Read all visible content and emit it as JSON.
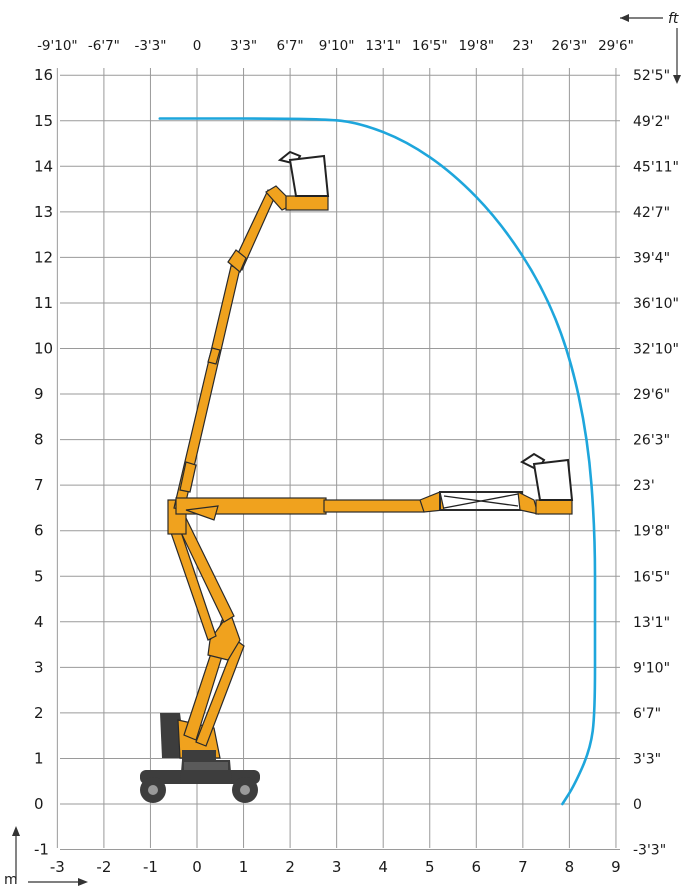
{
  "units": {
    "metric": "m",
    "imperial": "ft"
  },
  "axes": {
    "x_m": [
      "-3",
      "-2",
      "-1",
      "0",
      "1",
      "2",
      "3",
      "4",
      "5",
      "6",
      "7",
      "8",
      "9"
    ],
    "x_ft": [
      "-9'10\"",
      "-6'7\"",
      "-3'3\"",
      "0",
      "3'3\"",
      "6'7\"",
      "9'10\"",
      "13'1\"",
      "16'5\"",
      "19'8\"",
      "23'",
      "26'3\"",
      "29'6\""
    ],
    "y_m": [
      "-1",
      "0",
      "1",
      "2",
      "3",
      "4",
      "5",
      "6",
      "7",
      "8",
      "9",
      "10",
      "11",
      "12",
      "13",
      "14",
      "15",
      "16"
    ],
    "y_ft": [
      "-3'3\"",
      "0",
      "3'3\"",
      "6'7\"",
      "9'10\"",
      "13'1\"",
      "16'5\"",
      "19'8\"",
      "23'",
      "26'3\"",
      "29'6\"",
      "32'10\"",
      "36'10\"",
      "39'4\"",
      "42'7\"",
      "45'11\"",
      "49'2\"",
      "52'5\""
    ]
  },
  "colors": {
    "envelope": "#1ea6dc",
    "boom": "#f0a21e",
    "boom_dark": "#c07810",
    "chassis": "#3d3d3d",
    "grid": "#9a9a9a",
    "text": "#1a1a1a"
  },
  "envelope_m": [
    [
      -0.8,
      15.05
    ],
    [
      2.7,
      15.05
    ],
    [
      3.5,
      14.95
    ],
    [
      4.5,
      14.55
    ],
    [
      5.5,
      13.85
    ],
    [
      6.5,
      12.8
    ],
    [
      7.4,
      11.4
    ],
    [
      8.0,
      9.9
    ],
    [
      8.4,
      8.0
    ],
    [
      8.55,
      6.0
    ],
    [
      8.55,
      4.0
    ],
    [
      8.55,
      2.0
    ],
    [
      8.45,
      1.2
    ],
    [
      8.1,
      0.4
    ],
    [
      7.85,
      0.0
    ]
  ],
  "icons": {
    "aerial_lift_drawing": "articulated-boom-lift-icon",
    "arrow_ft": "arrow-left-down-icon",
    "arrow_m": "arrow-up-right-icon"
  }
}
